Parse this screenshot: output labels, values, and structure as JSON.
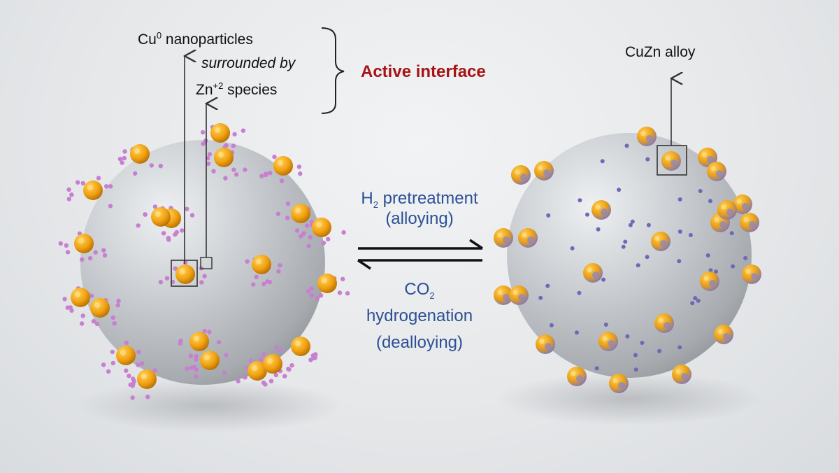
{
  "left_annotation": {
    "cu_label": "Cu",
    "cu_sup": "0",
    "cu_rest": " nanoparticles",
    "surrounded": "surrounded by",
    "zn_label": "Zn",
    "zn_sup": "+2",
    "zn_rest": " species",
    "active_interface": "Active interface"
  },
  "right_annotation": {
    "alloy_label": "CuZn alloy"
  },
  "arrows": {
    "forward_h": "H",
    "forward_sub": "2",
    "forward_rest": " pretreatment",
    "forward_paren": "(alloying)",
    "reverse_co": "CO",
    "reverse_sub": "2",
    "reverse_line2": "hydrogenation",
    "reverse_line3": "(dealloying)"
  },
  "colors": {
    "background": "#e6e8ea",
    "sphere": "#c4c8cc",
    "cu_particle": "#f0a010",
    "zn_species": "#c77fd0",
    "alloy_purple": "#8c86c8",
    "active_red": "#a61414",
    "process_blue": "#2c4f96"
  }
}
